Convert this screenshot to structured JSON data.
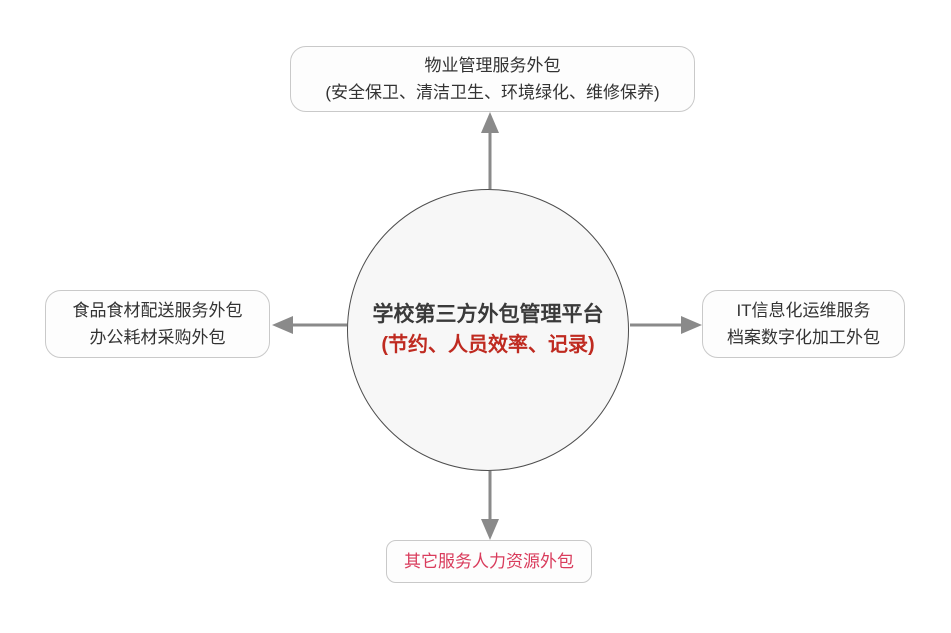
{
  "diagram": {
    "center": {
      "title": "学校第三方外包管理平台",
      "subtitle": "(节约、人员效率、记录)"
    },
    "nodes": {
      "top": {
        "line1": "物业管理服务外包",
        "line2": "(安全保卫、清洁卫生、环境绿化、维修保养)"
      },
      "left": {
        "line1": "食品食材配送服务外包",
        "line2": "办公耗材采购外包"
      },
      "right": {
        "line1": "IT信息化运维服务",
        "line2": "档案数字化加工外包"
      },
      "bottom": {
        "line1": "其它服务人力资源外包"
      }
    },
    "colors": {
      "center_subtitle_red": "#bf2a20",
      "bottom_node_pink": "#d93c5c",
      "node_text": "#333333",
      "node_border": "#c9c9c9",
      "node_fill": "#fdfdfd",
      "circle_fill": "#f7f7f7",
      "circle_border": "#4d4d4d",
      "arrow_gray": "#8a8a8a",
      "background": "#ffffff"
    }
  }
}
